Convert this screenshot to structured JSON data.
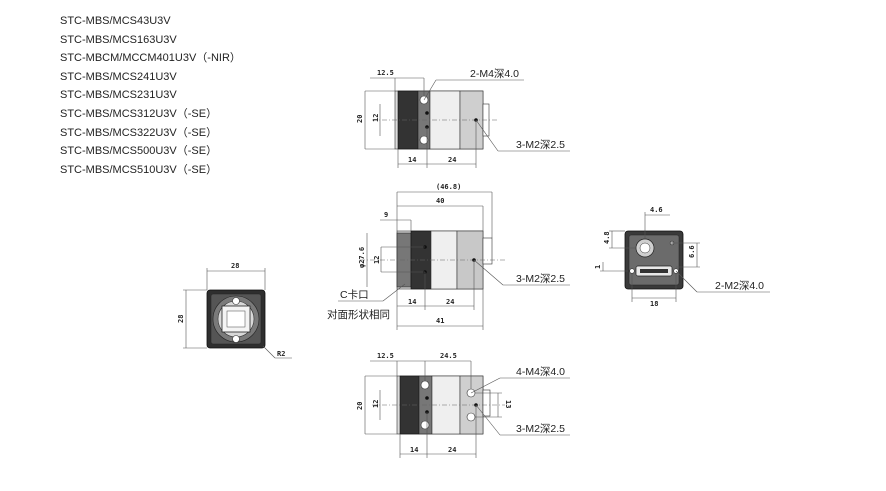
{
  "models": [
    "STC-MBS/MCS43U3V",
    "STC-MBS/MCS163U3V",
    "STC-MBCM/MCCM401U3V（-NIR）",
    "STC-MBS/MCS241U3V",
    "STC-MBS/MCS231U3V",
    "STC-MBS/MCS312U3V（-SE）",
    "STC-MBS/MCS322U3V（-SE）",
    "STC-MBS/MCS500U3V（-SE）",
    "STC-MBS/MCS510U3V（-SE）"
  ],
  "top_view": {
    "dim_12_5": "12.5",
    "dim_20": "20",
    "dim_12": "12",
    "dim_14": "14",
    "dim_24": "24",
    "callout_mount": "2-M4深4.0",
    "callout_side": "3-M2深2.5"
  },
  "side_view": {
    "dim_total_paren": "(46.8)",
    "dim_40": "40",
    "dim_9": "9",
    "dim_dia": "φ27.6",
    "dim_12": "12",
    "dim_14": "14",
    "dim_24": "24",
    "dim_41": "41",
    "callout_side": "3-M2深2.5",
    "label_cmount": "C卡口",
    "label_opposite": "对面形状相同"
  },
  "bottom_view": {
    "dim_12_5": "12.5",
    "dim_24_5": "24.5",
    "dim_20": "20",
    "dim_12": "12",
    "dim_13": "13",
    "dim_14": "14",
    "dim_24": "24",
    "callout_mount": "4-M4深4.0",
    "callout_side": "3-M2深2.5"
  },
  "front_view": {
    "dim_width": "28",
    "dim_height": "28",
    "dim_radius": "R2"
  },
  "rear_view": {
    "dim_4_6": "4.6",
    "dim_4_8": "4.8",
    "dim_6_6": "6.6",
    "dim_1": "1",
    "dim_18": "18",
    "callout_mount": "2-M2深4.0"
  }
}
